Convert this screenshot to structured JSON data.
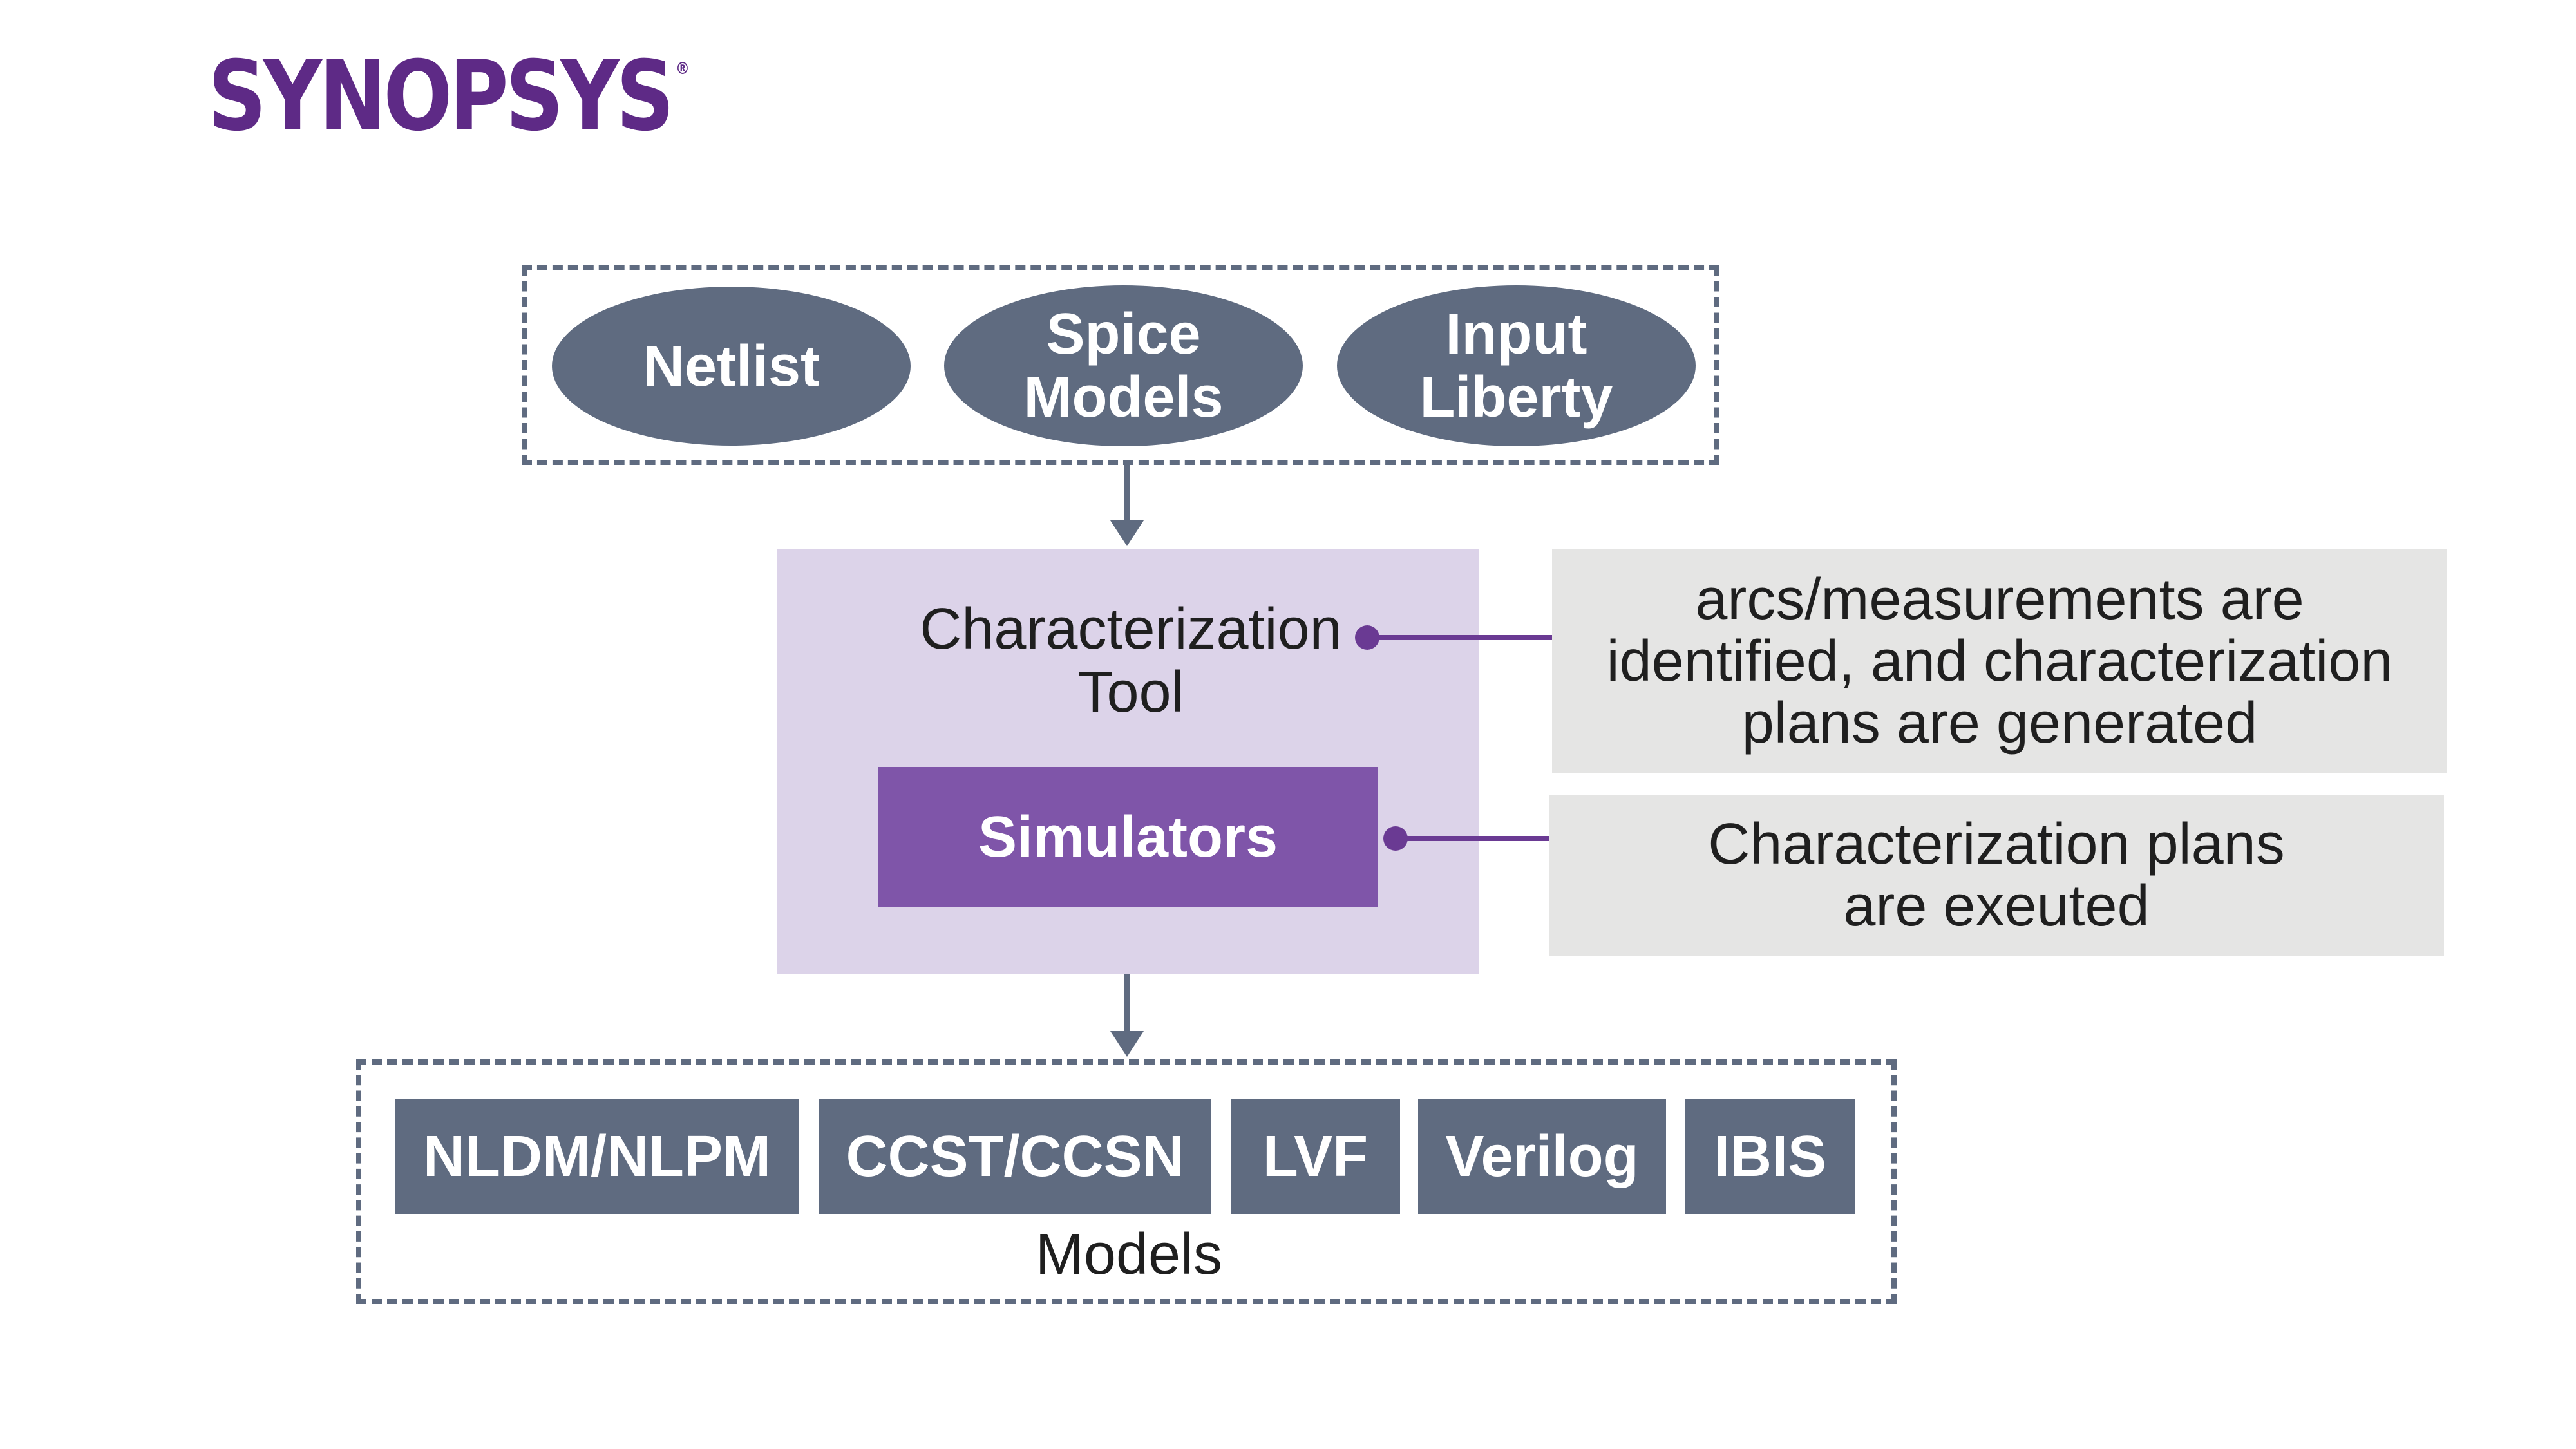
{
  "logo": {
    "text": "SYNOPSYS",
    "registered": "®",
    "color": "#5e2a86"
  },
  "inputs": {
    "items": [
      {
        "line1": "Netlist",
        "line2": ""
      },
      {
        "line1": "Spice",
        "line2": "Models"
      },
      {
        "line1": "Input",
        "line2": "Liberty"
      }
    ]
  },
  "tool": {
    "line1": "Characterization",
    "line2": "Tool",
    "simulators": "Simulators"
  },
  "notes": {
    "tool_note": {
      "line1": "arcs/measurements are",
      "line2": "identified, and characterization",
      "line3": "plans are generated"
    },
    "sim_note": {
      "line1": "Characterization plans",
      "line2": "are exeuted"
    }
  },
  "models": {
    "items": [
      "NLDM/NLPM",
      "CCST/CCSN",
      "LVF",
      "Verilog",
      "IBIS"
    ],
    "caption": "Models"
  },
  "colors": {
    "slate": "#5f6b80",
    "purple": "#7f55a9",
    "lavender": "#dcd3e9",
    "note_gray": "#e5e5e4",
    "connector": "#6a3a93"
  }
}
